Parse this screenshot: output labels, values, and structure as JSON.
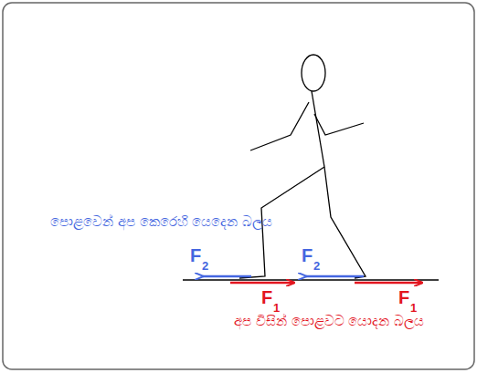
{
  "diagram": {
    "labels": [
      "පොළවෙන් අප කෙරෙහි යෙදෙන බලය",
      "F",
      "2",
      "F",
      "2",
      "F",
      "1",
      "F",
      "1",
      "අප විසින් පොළවට යොදන බලය"
    ]
  }
}
